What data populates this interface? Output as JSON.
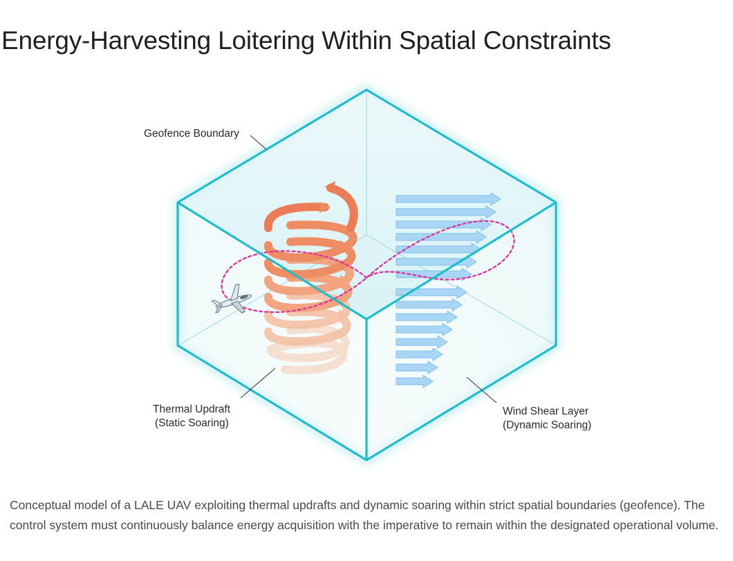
{
  "title": "Energy-Harvesting Loitering Within Spatial Constraints",
  "diagram": {
    "labels": {
      "geofence": "Geofence Boundary",
      "thermal_line1": "Thermal Updraft",
      "thermal_line2": "(Static Soaring)",
      "windshear_line1": "Wind Shear Layer",
      "windshear_line2": "(Dynamic Soaring)"
    },
    "colors": {
      "box_edge": "#1fbccb",
      "box_fill": "#d9f3f6",
      "spiral": "#f08a5d",
      "wind_arrow": "#8ec9ef",
      "flight_path": "#d63b9c",
      "uav": "#8fa3b3"
    },
    "icons": {
      "uav": "glider-uav-icon"
    }
  },
  "caption": "Conceptual model of a LALE UAV exploiting thermal updrafts and dynamic soaring within strict spatial boundaries (geofence). The control system must continuously balance energy acquisition with the imperative to remain within the designated operational volume."
}
